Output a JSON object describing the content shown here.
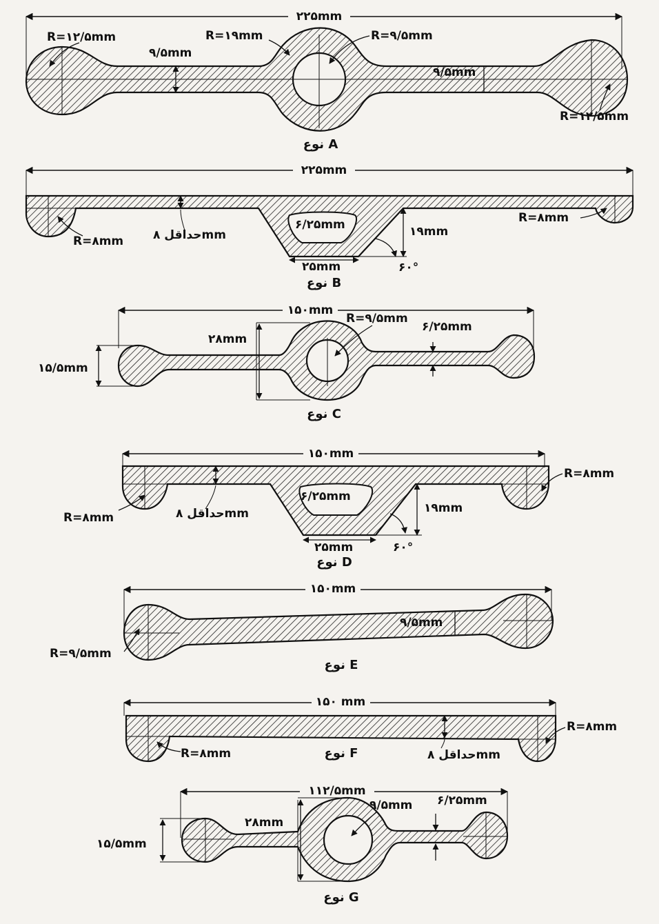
{
  "diagrams": {
    "A": {
      "caption": "نوع A",
      "length": "۲۲۵mm",
      "r_left": "R=۱۲/۵mm",
      "web_left": "۹/۵mm",
      "r_center": "R=۱۹mm",
      "r_hole": "R=۹/۵mm",
      "web_right": "۹/۵mm",
      "r_right": "R=۱۲/۵mm"
    },
    "B": {
      "caption": "نوع B",
      "length": "۲۲۵mm",
      "r_left": "R=۸mm",
      "min_thick": "حداقل ۸mm",
      "r_core": "۶/۲۵mm",
      "height": "۱۹mm",
      "r_right": "R=۸mm",
      "bottom_width": "۲۵mm",
      "angle": "۶۰°"
    },
    "C": {
      "caption": "نوع C",
      "length": "۱۵۰mm",
      "r_hole": "R=۹/۵mm",
      "web": "۶/۲۵mm",
      "boss_height": "۲۸mm",
      "end_height": "۱۵/۵mm"
    },
    "D": {
      "caption": "نوع D",
      "length": "۱۵۰mm",
      "r_right": "R=۸mm",
      "r_core": "۶/۲۵mm",
      "height": "۱۹mm",
      "r_left": "R=۸mm",
      "min_thick": "حداقل ۸mm",
      "bottom_width": "۲۵mm",
      "angle": "۶۰°"
    },
    "E": {
      "caption": "نوع E",
      "length": "۱۵۰mm",
      "web": "۹/۵mm",
      "r_end": "R=۹/۵mm"
    },
    "F": {
      "caption": "نوع F",
      "length": "۱۵۰ mm",
      "r_right": "R=۸mm",
      "r_left": "R=۸mm",
      "min_thick": "حداقل ۸mm"
    },
    "G": {
      "caption": "نوع G",
      "length": "۱۱۲/۵mm",
      "r_hole": "۹/۵mm",
      "web": "۶/۲۵mm",
      "boss_height": "۲۸mm",
      "end_height": "۱۵/۵mm"
    }
  }
}
